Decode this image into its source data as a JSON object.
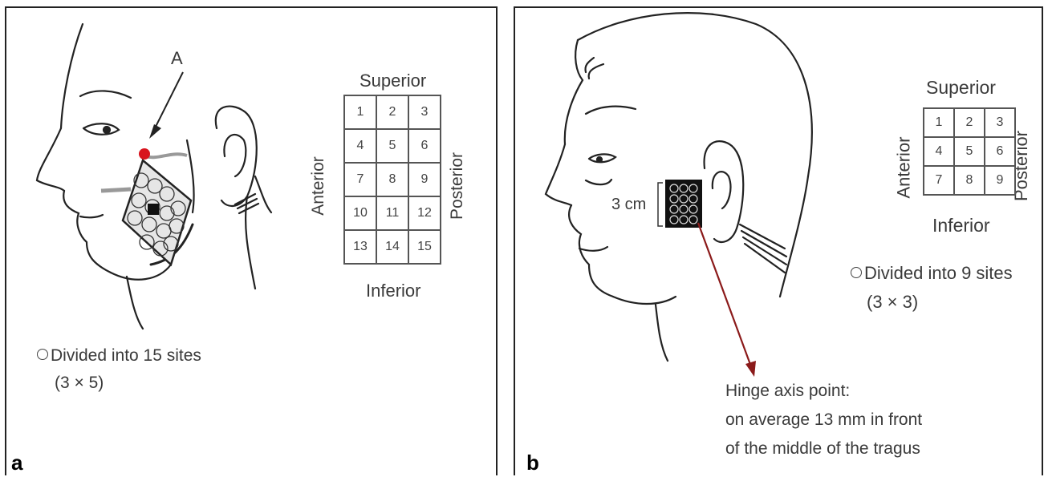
{
  "panel_a": {
    "letter": "a",
    "marker_label": "A",
    "top_label": "Superior",
    "bottom_label": "Inferior",
    "left_label": "Anterior",
    "right_label": "Posterior",
    "grid_rows": [
      [
        "1",
        "2",
        "3"
      ],
      [
        "4",
        "5",
        "6"
      ],
      [
        "7",
        "8",
        "9"
      ],
      [
        "10",
        "11",
        "12"
      ],
      [
        "13",
        "14",
        "15"
      ]
    ],
    "note_line1": "Divided into 15 sites",
    "note_line2": "(3 × 5)"
  },
  "panel_b": {
    "letter": "b",
    "size_label": "3 cm",
    "top_label": "Superior",
    "bottom_label": "Inferior",
    "left_label": "Anterior",
    "right_label": "Posterior",
    "grid_rows": [
      [
        "1",
        "2",
        "3"
      ],
      [
        "4",
        "5",
        "6"
      ],
      [
        "7",
        "8",
        "9"
      ]
    ],
    "note_line1": "Divided into 9 sites",
    "note_line2": "(3 × 3)",
    "hinge_line1": "Hinge axis point:",
    "hinge_line2": "on average 13 mm in front",
    "hinge_line3": "of the middle of the tragus"
  },
  "colors": {
    "marker": "#d8141e",
    "arrow": "#8b1a1a",
    "line": "#222222"
  }
}
